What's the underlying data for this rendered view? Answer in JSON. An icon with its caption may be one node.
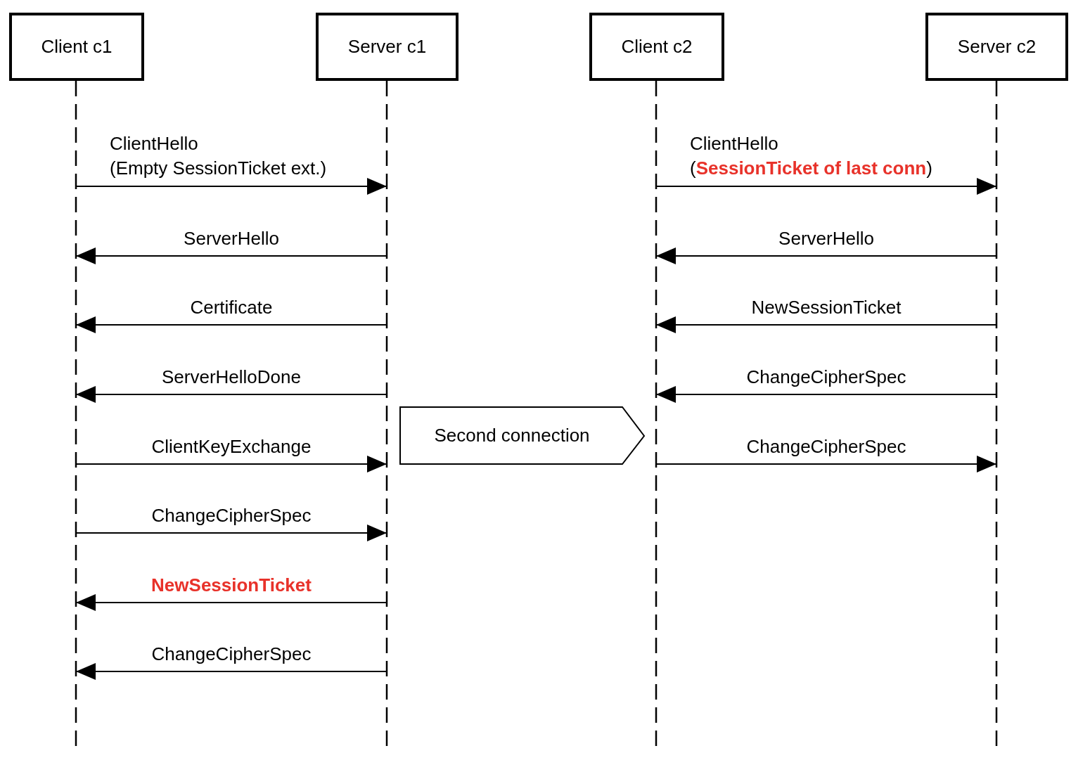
{
  "diagram": {
    "nodes": [
      {
        "text": [
          "Client c1"
        ]
      },
      {
        "text": [
          "Server c1"
        ]
      },
      {
        "text": [
          "Client c2"
        ]
      },
      {
        "text": [
          "Server c2"
        ]
      },
      {
        "text": [
          "Second connection"
        ]
      }
    ],
    "edges": [
      {
        "from": 0,
        "to": 1,
        "arrow": "to",
        "label": "ClientHello (Empty SessionTicket ext.)"
      },
      {
        "from": 1,
        "to": 0,
        "arrow": "to",
        "label": "ServerHello"
      },
      {
        "from": 1,
        "to": 0,
        "arrow": "to",
        "label": "Certificate"
      },
      {
        "from": 1,
        "to": 0,
        "arrow": "to",
        "label": "ServerHelloDone"
      },
      {
        "from": 0,
        "to": 1,
        "arrow": "to",
        "label": "ClientKeyExchange"
      },
      {
        "from": 0,
        "to": 1,
        "arrow": "to",
        "label": "ChangeCipherSpec"
      },
      {
        "from": 1,
        "to": 0,
        "arrow": "to",
        "label": "**NewSessionTicket**"
      },
      {
        "from": 1,
        "to": 0,
        "arrow": "to",
        "label": "ChangeCipherSpec"
      },
      {
        "from": 2,
        "to": 3,
        "arrow": "to",
        "label": "ClientHello (**SessionTicket of last conn**)"
      },
      {
        "from": 3,
        "to": 2,
        "arrow": "to",
        "label": "ServerHello"
      },
      {
        "from": 3,
        "to": 2,
        "arrow": "to",
        "label": "NewSessionTicket"
      },
      {
        "from": 3,
        "to": 2,
        "arrow": "to",
        "label": "ChangeCipherSpec"
      },
      {
        "from": 2,
        "to": 3,
        "arrow": "to",
        "label": "ChangeCipherSpec"
      }
    ]
  }
}
